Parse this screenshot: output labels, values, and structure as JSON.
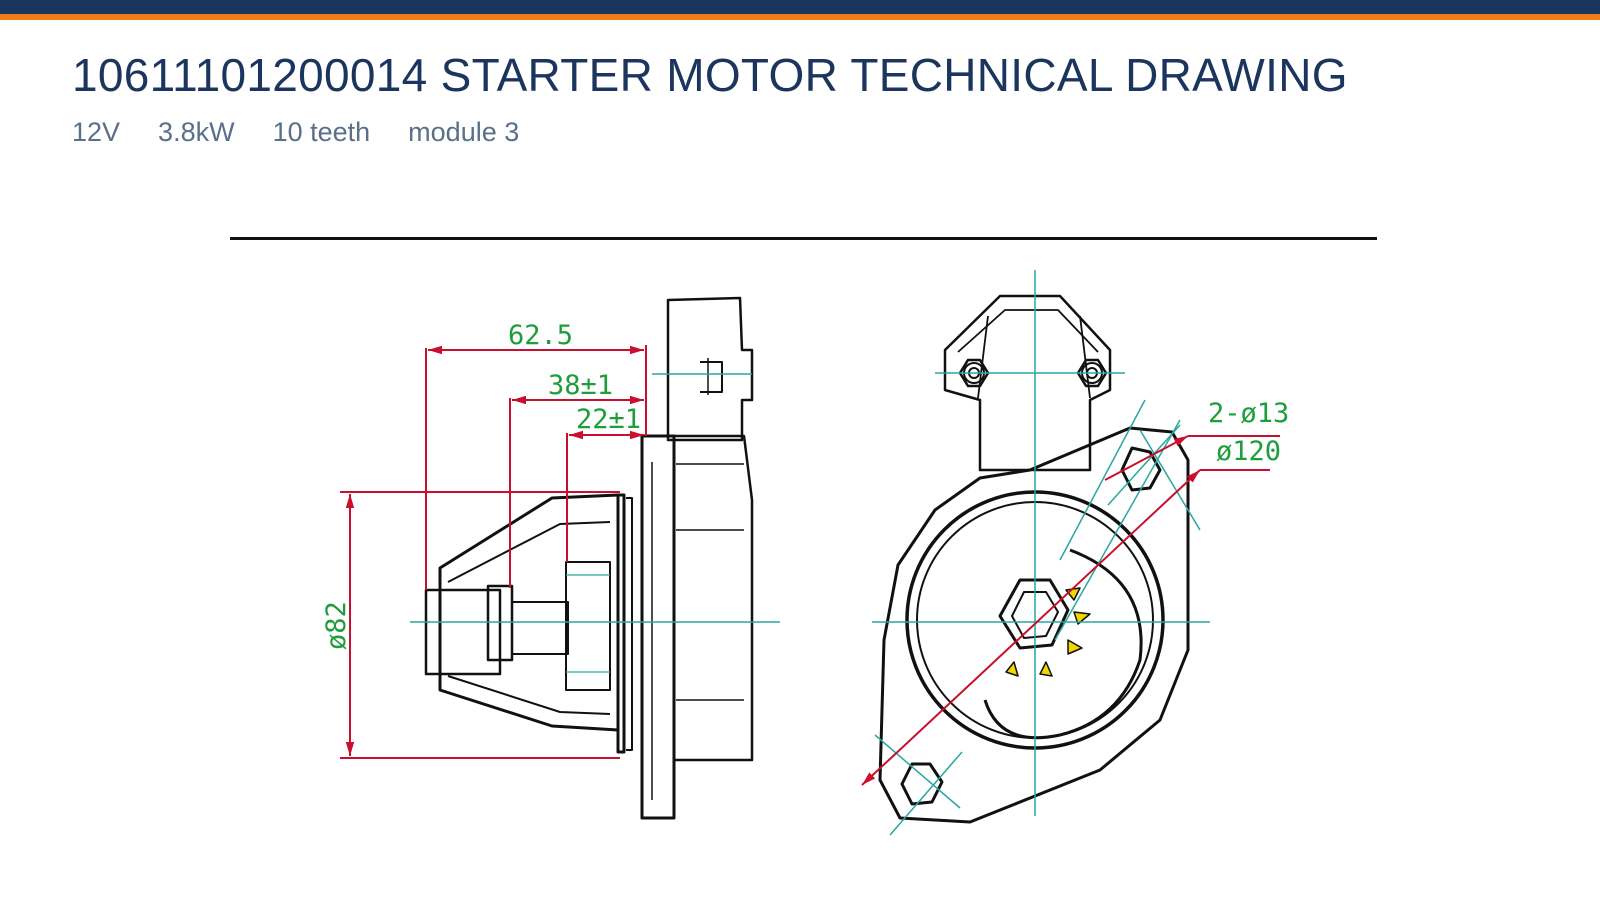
{
  "header": {
    "title": "10611101200014 STARTER MOTOR TECHNICAL DRAWING",
    "specs": [
      "12V",
      "3.8kW",
      "10 teeth",
      "module 3"
    ]
  },
  "drawing": {
    "dimensions": {
      "length_total": "62.5",
      "length_mid": "38±1",
      "length_short": "22±1",
      "pilot_diameter": "ø82",
      "bolt_holes": "2-ø13",
      "bolt_circle": "ø120"
    }
  },
  "colors": {
    "brand_navy": "#1b355e",
    "accent_orange": "#f07d1a",
    "dimension_green": "#1e9e3a",
    "dimension_red": "#c8102e",
    "centerline_teal": "#2aa6a0",
    "pinion_yellow": "#f2d600"
  }
}
